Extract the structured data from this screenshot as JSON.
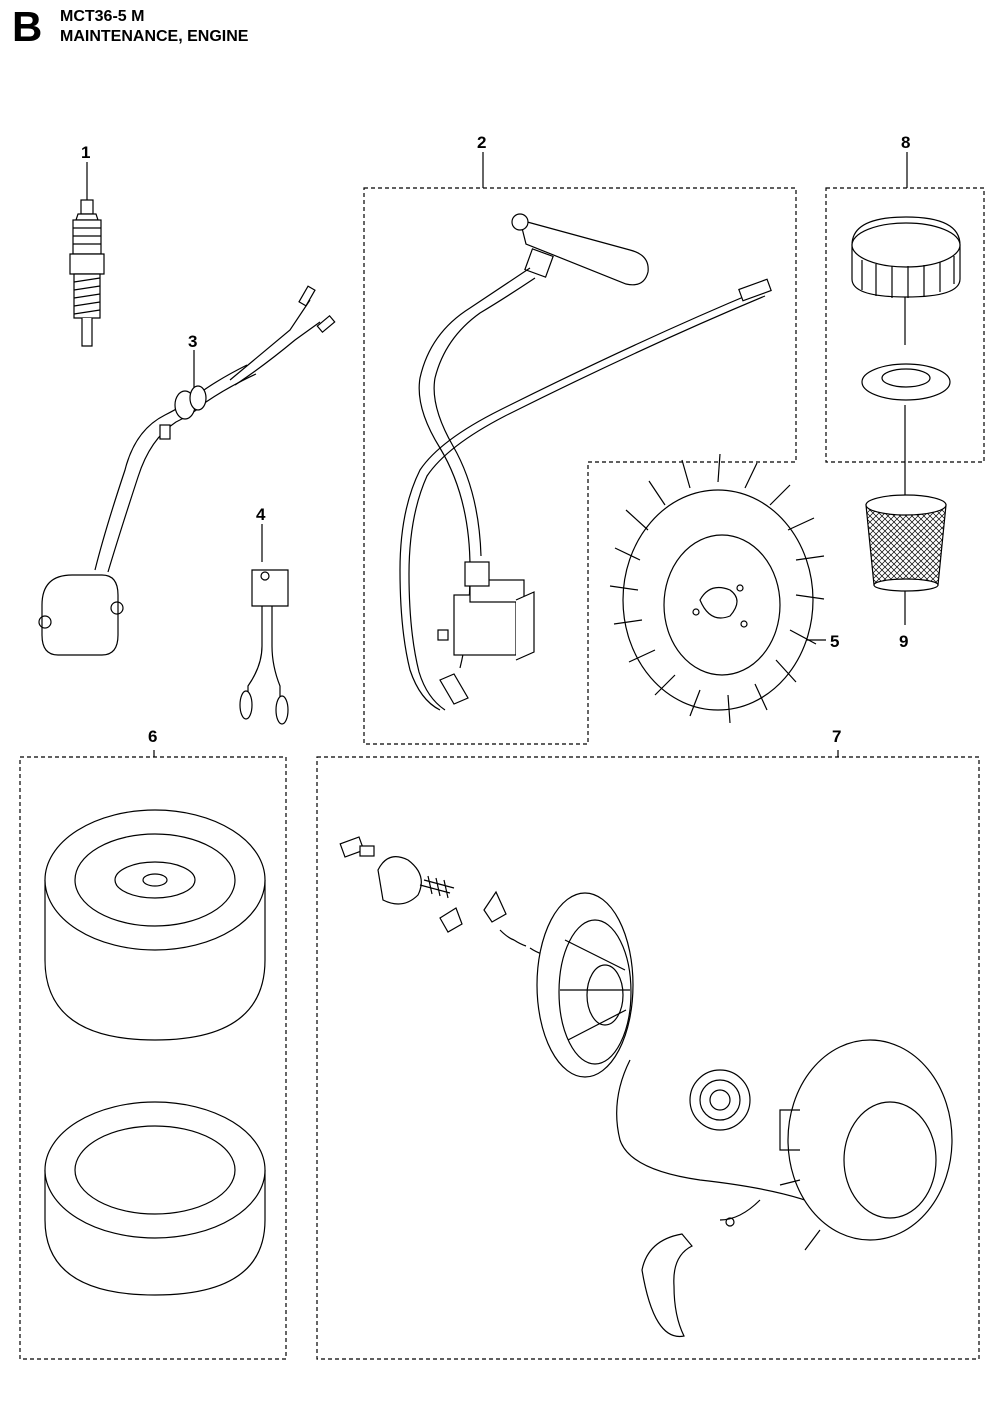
{
  "header": {
    "section_letter": "B",
    "model": "MCT36-5 M",
    "title": "MAINTENANCE, ENGINE"
  },
  "callouts": [
    {
      "id": "1",
      "part": "spark-plug"
    },
    {
      "id": "2",
      "part": "ignition-coil-kit"
    },
    {
      "id": "3",
      "part": "ignition-coil"
    },
    {
      "id": "4",
      "part": "module"
    },
    {
      "id": "5",
      "part": "flywheel"
    },
    {
      "id": "6",
      "part": "air-filter-kit"
    },
    {
      "id": "7",
      "part": "recoil-starter-kit"
    },
    {
      "id": "8",
      "part": "fuel-cap-kit"
    },
    {
      "id": "9",
      "part": "fuel-strainer"
    }
  ],
  "colors": {
    "line": "#000000",
    "fill": "#ffffff",
    "part_fill": "#e8e8e8"
  }
}
